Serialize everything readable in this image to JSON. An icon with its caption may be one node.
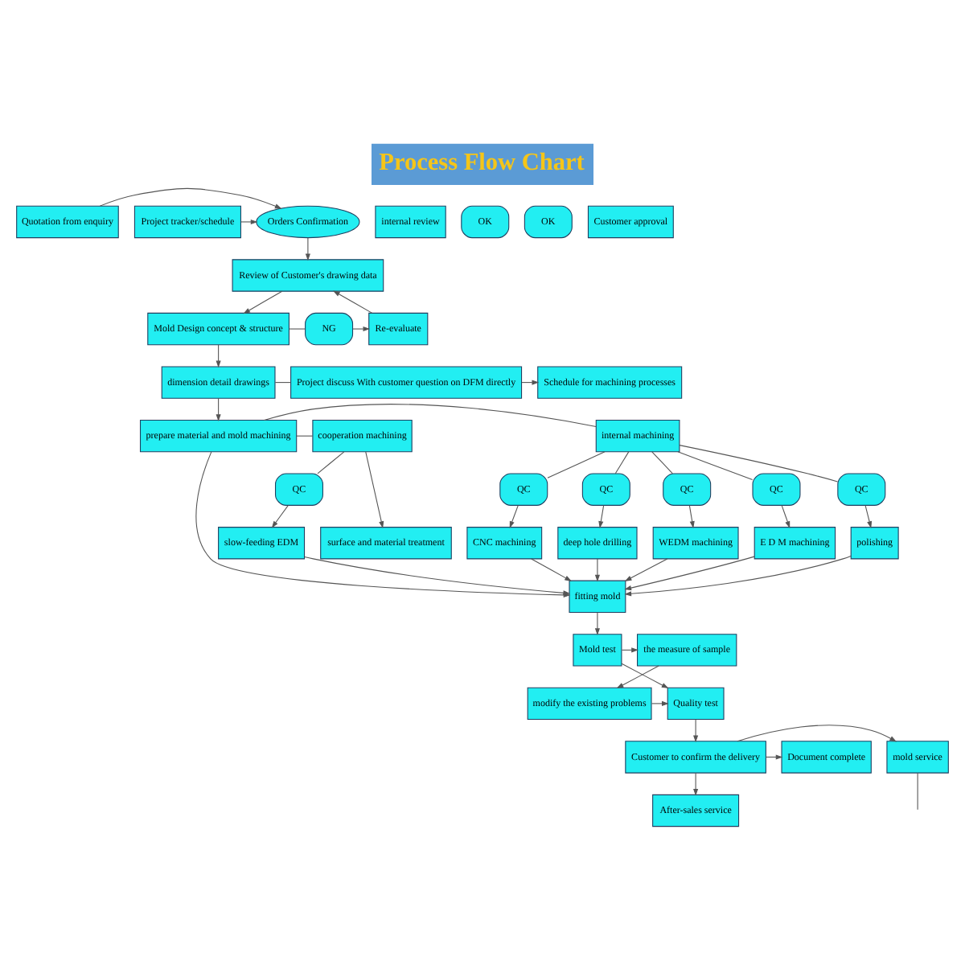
{
  "diagram": {
    "title": "Process Flow Chart",
    "nodes": [
      {
        "text": [
          "Quotation from enquiry"
        ]
      },
      {
        "text": [
          "Orders Confirmation"
        ]
      },
      {
        "text": [
          "Project tracker/schedule"
        ]
      },
      {
        "text": [
          "Review of Customer's drawing data"
        ]
      },
      {
        "text": [
          "Mold Design concept & structure"
        ]
      },
      {
        "text": [
          "NG"
        ]
      },
      {
        "text": [
          "Re-evaluate"
        ]
      },
      {
        "text": [
          "internal review"
        ]
      },
      {
        "text": [
          "OK"
        ]
      },
      {
        "text": [
          "OK"
        ]
      },
      {
        "text": [
          "Customer approval"
        ]
      },
      {
        "text": [
          "dimension detail drawings"
        ]
      },
      {
        "text": [
          "Project discuss With customer question on DFM directly"
        ]
      },
      {
        "text": [
          "Schedule for machining processes"
        ]
      },
      {
        "text": [
          "internal machining"
        ]
      },
      {
        "text": [
          "prepare material and mold machining"
        ]
      },
      {
        "text": [
          "cooperation machining"
        ]
      },
      {
        "text": [
          "QC"
        ]
      },
      {
        "text": [
          "QC"
        ]
      },
      {
        "text": [
          "QC"
        ]
      },
      {
        "text": [
          "QC"
        ]
      },
      {
        "text": [
          "QC"
        ]
      },
      {
        "text": [
          "QC"
        ]
      },
      {
        "text": [
          "deep hole drilling"
        ]
      },
      {
        "text": [
          "WEDM machining"
        ]
      },
      {
        "text": [
          "E D M machining"
        ]
      },
      {
        "text": [
          "polishing"
        ]
      },
      {
        "text": [
          "CNC machining"
        ]
      },
      {
        "text": [
          "surface and material treatment"
        ]
      },
      {
        "text": [
          "slow-feeding EDM"
        ]
      },
      {
        "text": [
          "fitting mold"
        ]
      },
      {
        "text": [
          "Mold test"
        ]
      },
      {
        "text": [
          "the measure of sample"
        ]
      },
      {
        "text": [
          "Quality test"
        ]
      },
      {
        "text": [
          "modify the existing problems"
        ]
      },
      {
        "text": [
          "Customer to confirm the delivery"
        ]
      },
      {
        "text": [
          "mold service"
        ]
      },
      {
        "text": [
          "Document complete"
        ]
      },
      {
        "text": [
          "After-sales service"
        ]
      }
    ],
    "edges": [
      {
        "from": 0,
        "to": 1,
        "arrow": "to"
      },
      {
        "from": 2,
        "to": 1,
        "arrow": "to"
      },
      {
        "from": 1,
        "to": 3,
        "arrow": "to"
      },
      {
        "from": 6,
        "to": 3,
        "arrow": "to"
      },
      {
        "from": 3,
        "to": 4,
        "arrow": "to"
      },
      {
        "from": 4,
        "to": 5,
        "arrow": "none"
      },
      {
        "from": 5,
        "to": 6,
        "arrow": "to"
      },
      {
        "from": 4,
        "to": 11,
        "arrow": "to"
      },
      {
        "from": 11,
        "to": 12,
        "arrow": "none"
      },
      {
        "from": 12,
        "to": 13,
        "arrow": "to"
      },
      {
        "from": 11,
        "to": 15,
        "arrow": "to"
      },
      {
        "from": 15,
        "to": 14,
        "arrow": "none"
      },
      {
        "from": 15,
        "to": 16,
        "arrow": "none"
      },
      {
        "from": 14,
        "to": 17,
        "arrow": "none"
      },
      {
        "from": 14,
        "to": 18,
        "arrow": "none"
      },
      {
        "from": 14,
        "to": 19,
        "arrow": "none"
      },
      {
        "from": 14,
        "to": 20,
        "arrow": "none"
      },
      {
        "from": 14,
        "to": 21,
        "arrow": "none"
      },
      {
        "from": 17,
        "to": 23,
        "arrow": "to"
      },
      {
        "from": 18,
        "to": 24,
        "arrow": "to"
      },
      {
        "from": 19,
        "to": 25,
        "arrow": "to"
      },
      {
        "from": 20,
        "to": 26,
        "arrow": "to"
      },
      {
        "from": 21,
        "to": 27,
        "arrow": "to"
      },
      {
        "from": 16,
        "to": 22,
        "arrow": "none"
      },
      {
        "from": 22,
        "to": 29,
        "arrow": "to"
      },
      {
        "from": 16,
        "to": 28,
        "arrow": "to"
      },
      {
        "from": 23,
        "to": 30,
        "arrow": "to"
      },
      {
        "from": 24,
        "to": 30,
        "arrow": "to"
      },
      {
        "from": 25,
        "to": 30,
        "arrow": "to"
      },
      {
        "from": 26,
        "to": 30,
        "arrow": "to"
      },
      {
        "from": 27,
        "to": 30,
        "arrow": "to"
      },
      {
        "from": 15,
        "to": 30,
        "arrow": "to"
      },
      {
        "from": 29,
        "to": 30,
        "arrow": "to"
      },
      {
        "from": 30,
        "to": 31,
        "arrow": "to"
      },
      {
        "from": 31,
        "to": 32,
        "arrow": "to"
      },
      {
        "from": 32,
        "to": 34,
        "arrow": "to"
      },
      {
        "from": 34,
        "to": 33,
        "arrow": "to"
      },
      {
        "from": 31,
        "to": 33,
        "arrow": "to"
      },
      {
        "from": 33,
        "to": 35,
        "arrow": "to"
      },
      {
        "from": 35,
        "to": 36,
        "arrow": "to"
      },
      {
        "from": 35,
        "to": 37,
        "arrow": "to"
      },
      {
        "from": 35,
        "to": 38,
        "arrow": "to"
      },
      {
        "from": 36,
        "to": null,
        "arrow": "none"
      }
    ]
  }
}
